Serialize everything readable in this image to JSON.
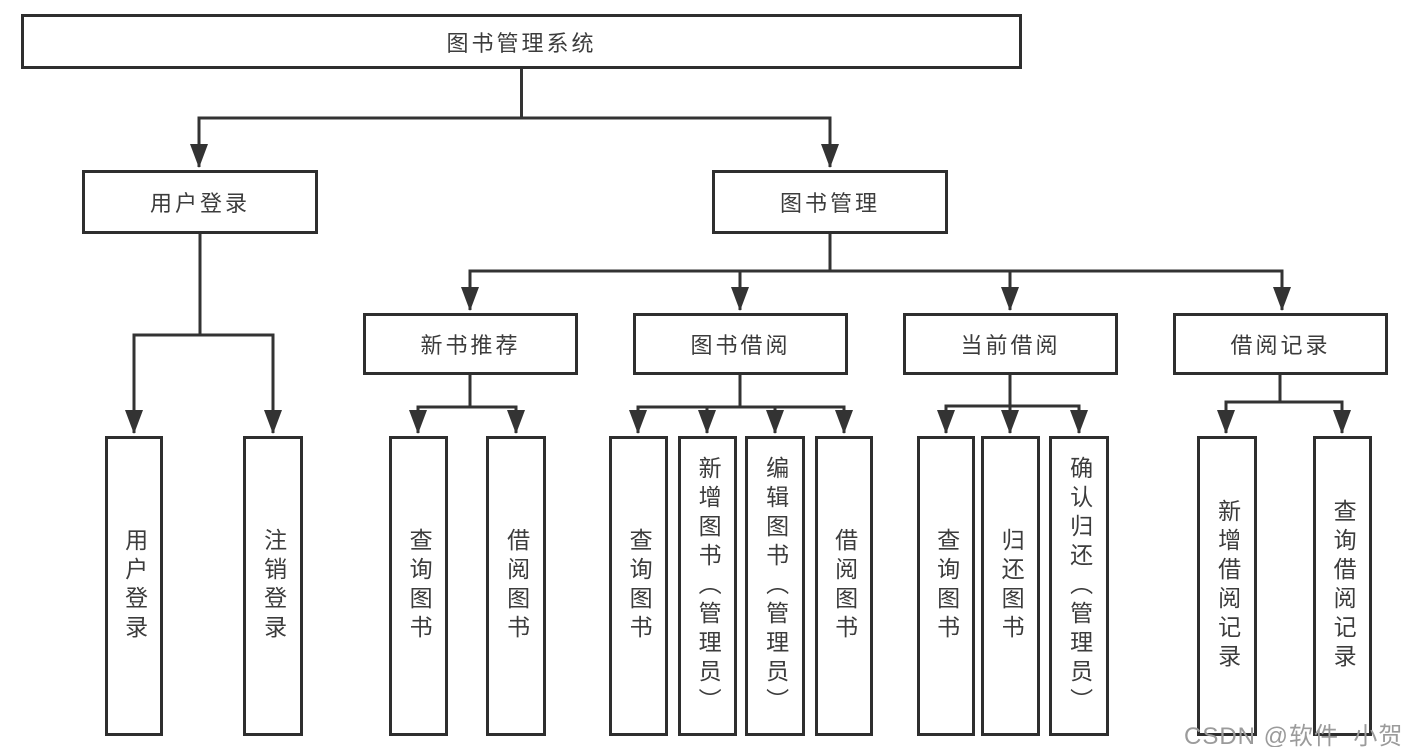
{
  "colors": {
    "background": "#ffffff",
    "line": "#333333",
    "box_border": "#2e2e2e",
    "box_fill": "#ffffff",
    "text": "#3c3c3c",
    "watermark": "#9b9b9b"
  },
  "watermark": {
    "text": "CSDN @软件_小贺同学"
  },
  "tree": {
    "root": {
      "label": "图书管理系统"
    },
    "level2": [
      {
        "label": "用户登录"
      },
      {
        "label": "图书管理"
      }
    ],
    "level3": [
      {
        "label": "新书推荐"
      },
      {
        "label": "图书借阅"
      },
      {
        "label": "当前借阅"
      },
      {
        "label": "借阅记录"
      }
    ],
    "leaves": {
      "user_login": [
        {
          "label": "用户登录"
        },
        {
          "label": "注销登录"
        }
      ],
      "new_book_recommend": [
        {
          "label": "查询图书"
        },
        {
          "label": "借阅图书"
        }
      ],
      "book_borrowing": [
        {
          "label": "查询图书"
        },
        {
          "label": "新增图书（管理员）"
        },
        {
          "label": "编辑图书（管理员）"
        },
        {
          "label": "借阅图书"
        }
      ],
      "current_borrowing": [
        {
          "label": "查询图书"
        },
        {
          "label": "归还图书"
        },
        {
          "label": "确认归还（管理员）"
        }
      ],
      "borrow_records": [
        {
          "label": "新增借阅记录"
        },
        {
          "label": "查询借阅记录"
        }
      ]
    }
  }
}
